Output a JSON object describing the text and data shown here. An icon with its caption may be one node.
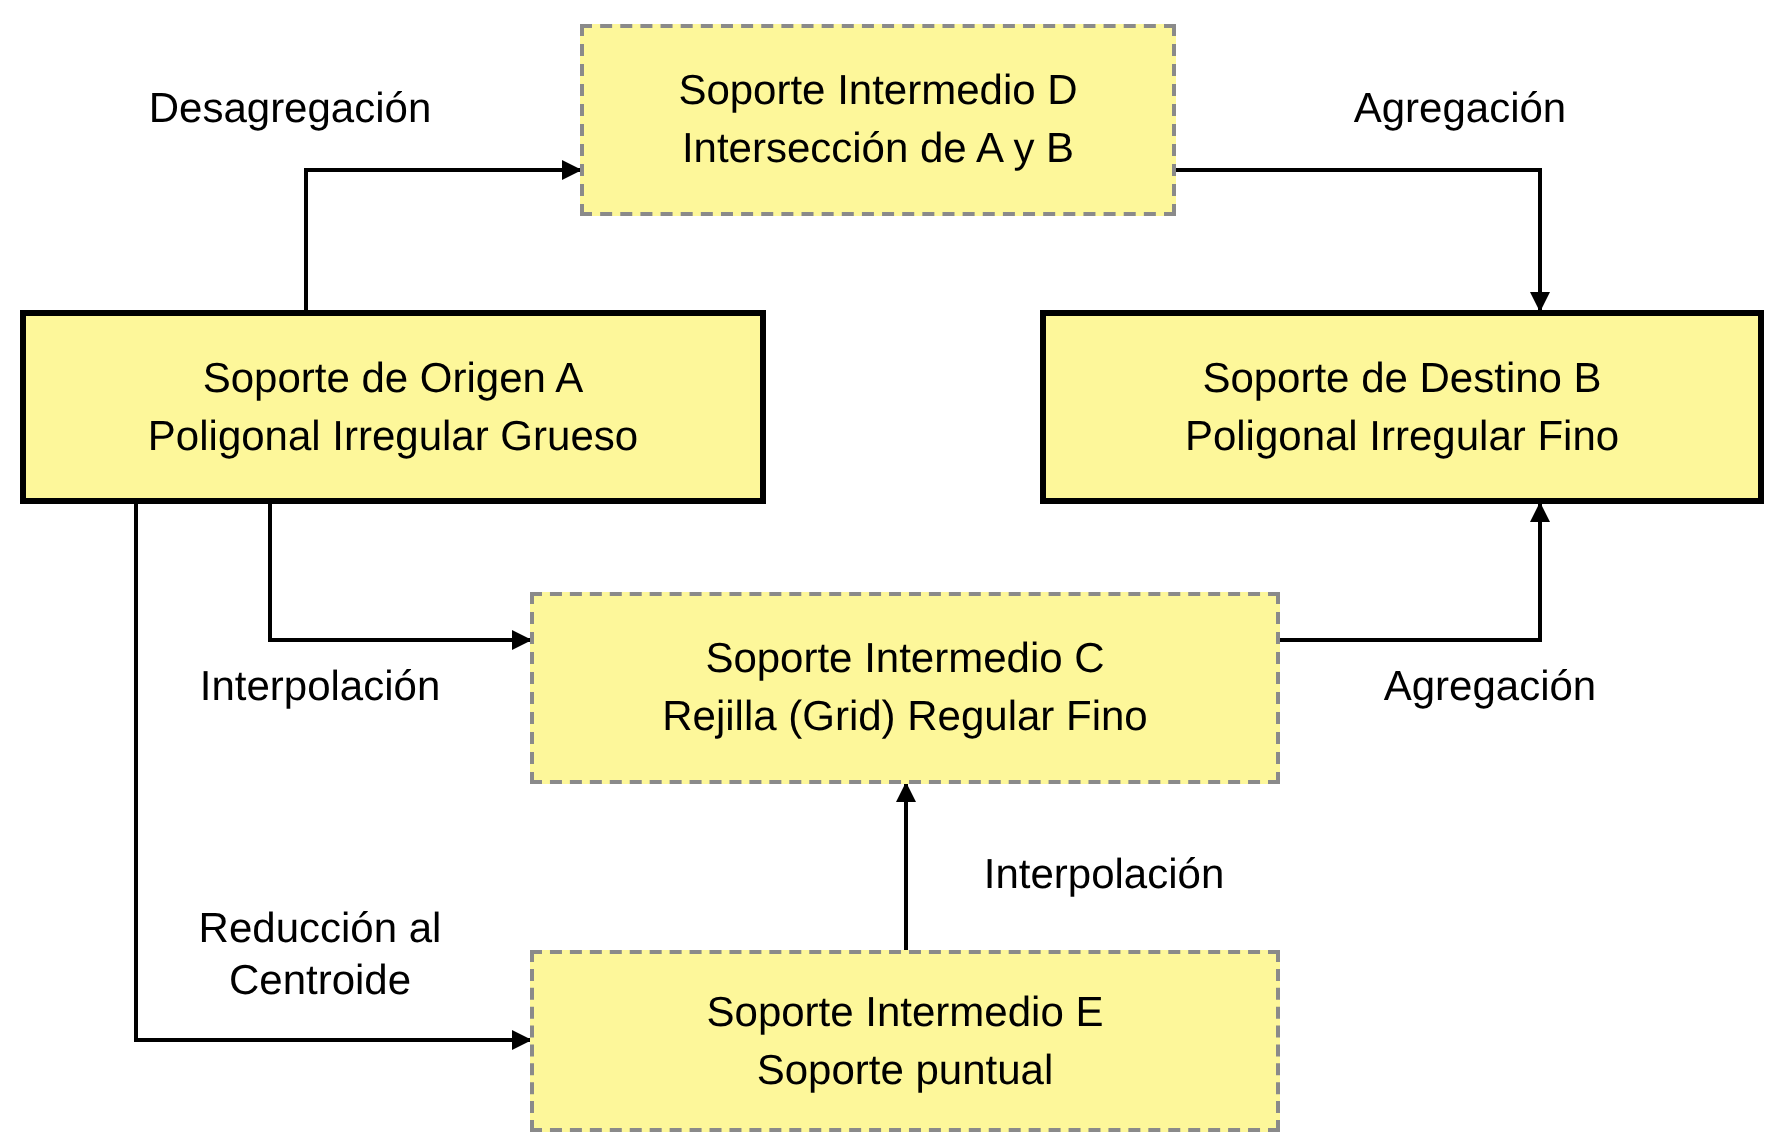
{
  "diagram": {
    "nodes": [
      {
        "text": [
          "Soporte Intermedio D",
          "Intersección de A y B"
        ]
      },
      {
        "text": [
          "Soporte de Origen A",
          "Poligonal Irregular Grueso"
        ]
      },
      {
        "text": [
          "Soporte de Destino B",
          "Poligonal Irregular Fino"
        ]
      },
      {
        "text": [
          "Soporte Intermedio C",
          "Rejilla (Grid) Regular Fino"
        ]
      },
      {
        "text": [
          "Soporte Intermedio E",
          "Soporte puntual"
        ]
      }
    ],
    "edges": [
      {
        "from": 1,
        "to": 0,
        "arrow": "to",
        "label": "Desagregación"
      },
      {
        "from": 0,
        "to": 2,
        "arrow": "to",
        "label": "Agregación"
      },
      {
        "from": 1,
        "to": 3,
        "arrow": "to",
        "label": "Interpolación"
      },
      {
        "from": 3,
        "to": 2,
        "arrow": "to",
        "label": "Agregación"
      },
      {
        "from": 1,
        "to": 4,
        "arrow": "to",
        "label": "Reducción al Centroide"
      },
      {
        "from": 4,
        "to": 3,
        "arrow": "to",
        "label": "Interpolación"
      }
    ]
  }
}
